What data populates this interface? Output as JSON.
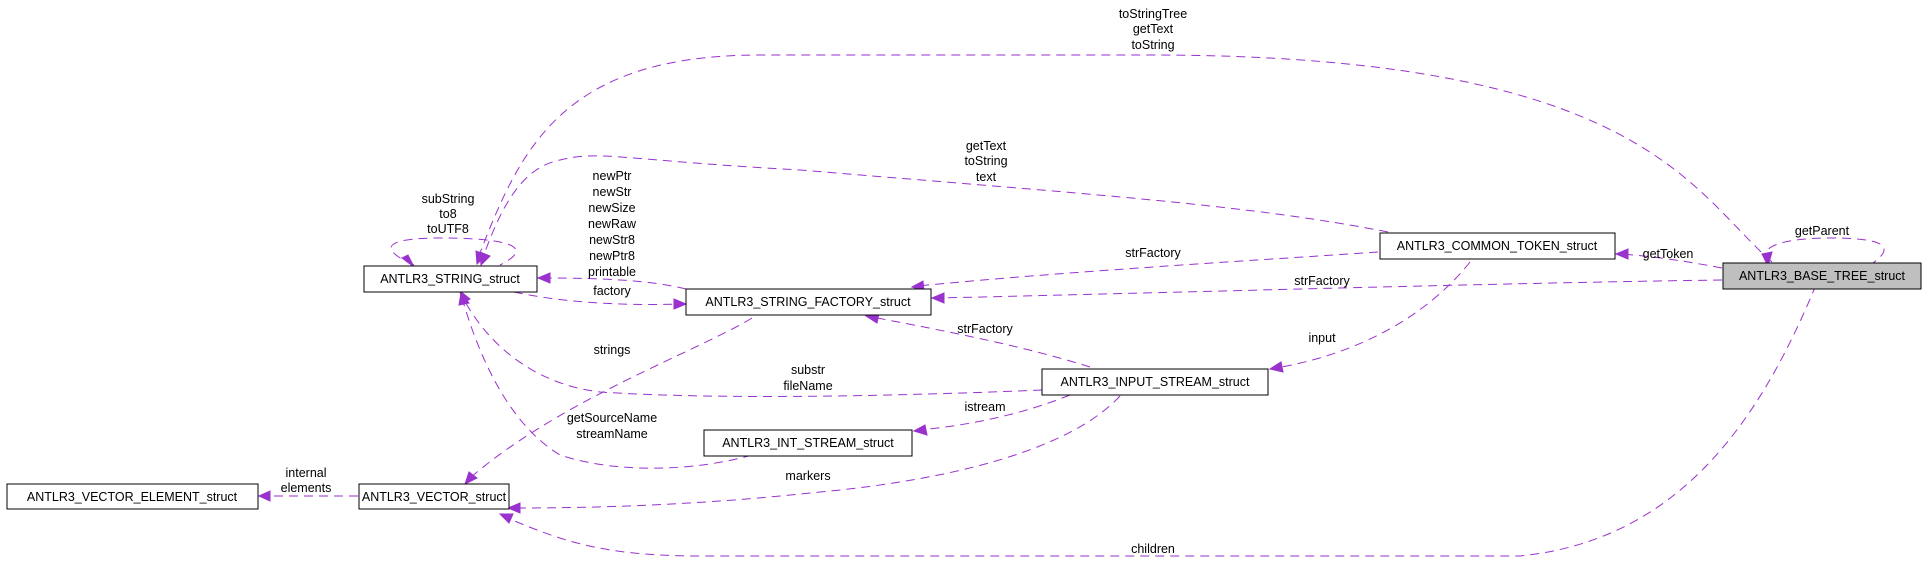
{
  "colors": {
    "edge": "#9a32cd",
    "node_border": "#000000",
    "node_fill": "#ffffff",
    "highlight_fill": "#bfbfbf"
  },
  "nodes": {
    "vector_element": "ANTLR3_VECTOR_ELEMENT_struct",
    "vector": "ANTLR3_VECTOR_struct",
    "string": "ANTLR3_STRING_struct",
    "string_factory": "ANTLR3_STRING_FACTORY_struct",
    "int_stream": "ANTLR3_INT_STREAM_struct",
    "input_stream": "ANTLR3_INPUT_STREAM_struct",
    "common_token": "ANTLR3_COMMON_TOKEN_struct",
    "base_tree": "ANTLR3_BASE_TREE_struct"
  },
  "edges": {
    "vector_to_element": [
      "internal",
      "elements"
    ],
    "string_self": [
      "subString",
      "to8",
      "toUTF8"
    ],
    "factory_to_string": [
      "newPtr",
      "newStr",
      "newSize",
      "newRaw",
      "newStr8",
      "newPtr8",
      "printable"
    ],
    "string_to_factory": [
      "factory"
    ],
    "token_to_string": [
      "getText",
      "toString",
      "text"
    ],
    "tree_to_string": [
      "toStringTree",
      "getText",
      "toString"
    ],
    "token_to_factory": [
      "strFactory"
    ],
    "tree_to_factory": [
      "strFactory"
    ],
    "input_to_factory": [
      "strFactory"
    ],
    "factory_to_vector": [
      "strings"
    ],
    "input_to_string": [
      "substr",
      "fileName"
    ],
    "intstream_to_string": [
      "getSourceName",
      "streamName"
    ],
    "input_to_intstream": [
      "istream"
    ],
    "input_to_vector": [
      "markers"
    ],
    "token_to_input": [
      "input"
    ],
    "tree_to_token": [
      "getToken"
    ],
    "tree_self": [
      "getParent"
    ],
    "tree_to_vector": [
      "children"
    ]
  }
}
